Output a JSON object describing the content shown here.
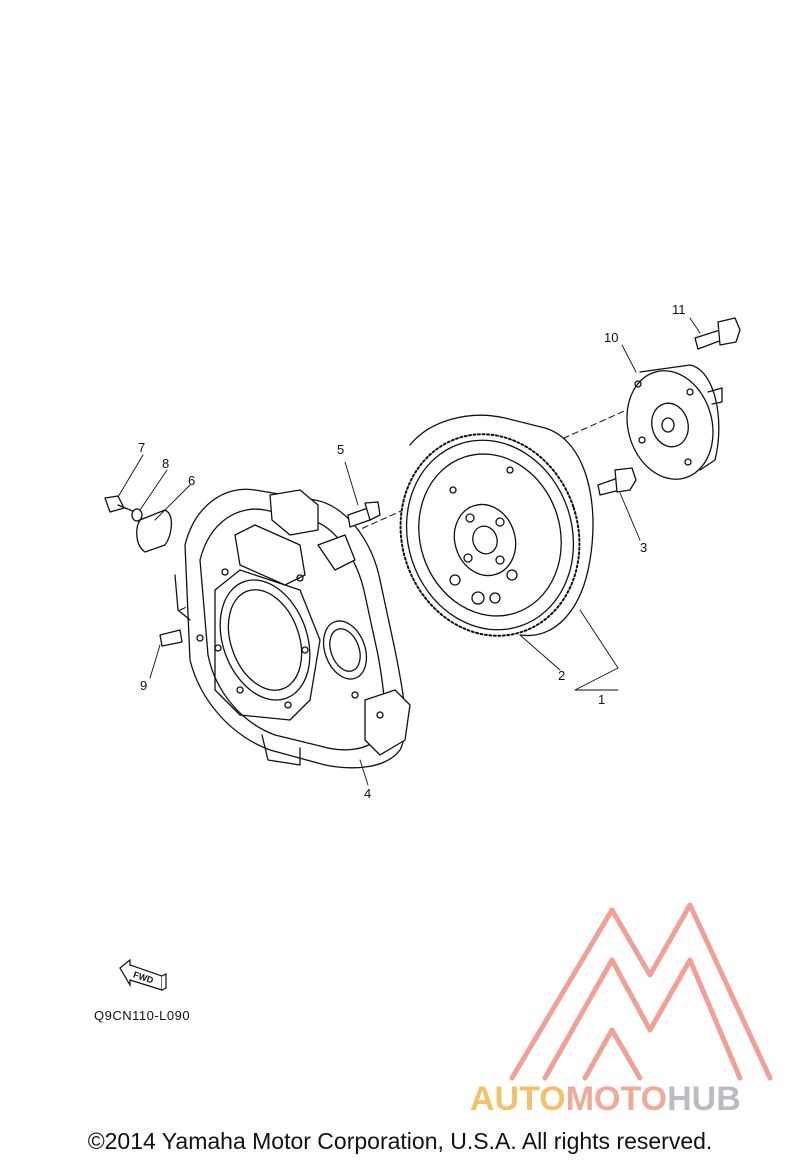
{
  "callouts": [
    "1",
    "2",
    "3",
    "4",
    "5",
    "6",
    "7",
    "8",
    "9",
    "10",
    "11"
  ],
  "fwd_label": "FWD",
  "diagram_code": "Q9CN110-L090",
  "watermark": {
    "part1": "AUTO",
    "part2": "MOTO",
    "part3": "HUB",
    "colors": {
      "auto": "#f4c06a",
      "moto": "#f3a99a",
      "hub": "#b9bcc2",
      "logo": "#f2958a"
    }
  },
  "copyright": "©2014 Yamaha Motor Corporation, U.S.A. All rights reserved."
}
